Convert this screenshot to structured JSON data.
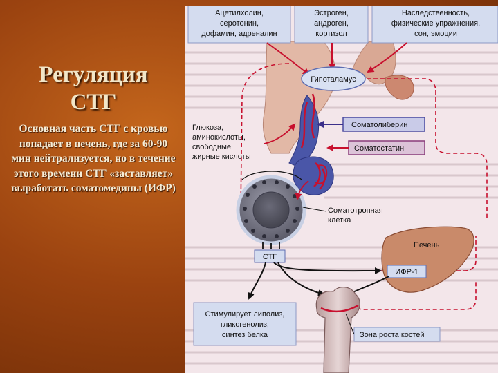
{
  "slide": {
    "title": "Регуляция\nСТГ",
    "body": "Основная часть СТГ с кровью попадает в печень, где за 60-90 мин нейтрализуется, но в течение этого времени СТГ «заставляет» выработать соматомедины (ИФР)"
  },
  "diagram": {
    "top_boxes": [
      {
        "lines": [
          "Ацетилхолин,",
          "серотонин,",
          "дофамин, адреналин"
        ]
      },
      {
        "lines": [
          "Эстроген,",
          "андроген,",
          "кортизол"
        ]
      },
      {
        "lines": [
          "Наследственность,",
          "физические упражнения,",
          "сон, эмоции"
        ]
      }
    ],
    "hypothalamus": "Гипоталамус",
    "metabolites": [
      "Глюкоза,",
      "аминокислоты,",
      "свободные",
      "жирные кислоты"
    ],
    "somatoliberin": "Соматолиберин",
    "somatostatin": "Соматостатин",
    "somatotroph": [
      "Соматотропная",
      "клетка"
    ],
    "stg": "СТГ",
    "liver": "Печень",
    "igf": "ИФР-1",
    "effects": [
      "Стимулирует липолиз,",
      "гликогенолиз,",
      "синтез белка"
    ],
    "bone_zone": "Зона роста костей",
    "colors": {
      "accent_red": "#c8102e",
      "box_fill": "#d4dcef",
      "liberin_fill": "#c9cbe8",
      "statin_fill": "#dcc3d8",
      "cell_fill": "#6c6c78",
      "liver_fill": "#c98a6a",
      "hypothalamus_fill": "#d9e1f2"
    }
  }
}
